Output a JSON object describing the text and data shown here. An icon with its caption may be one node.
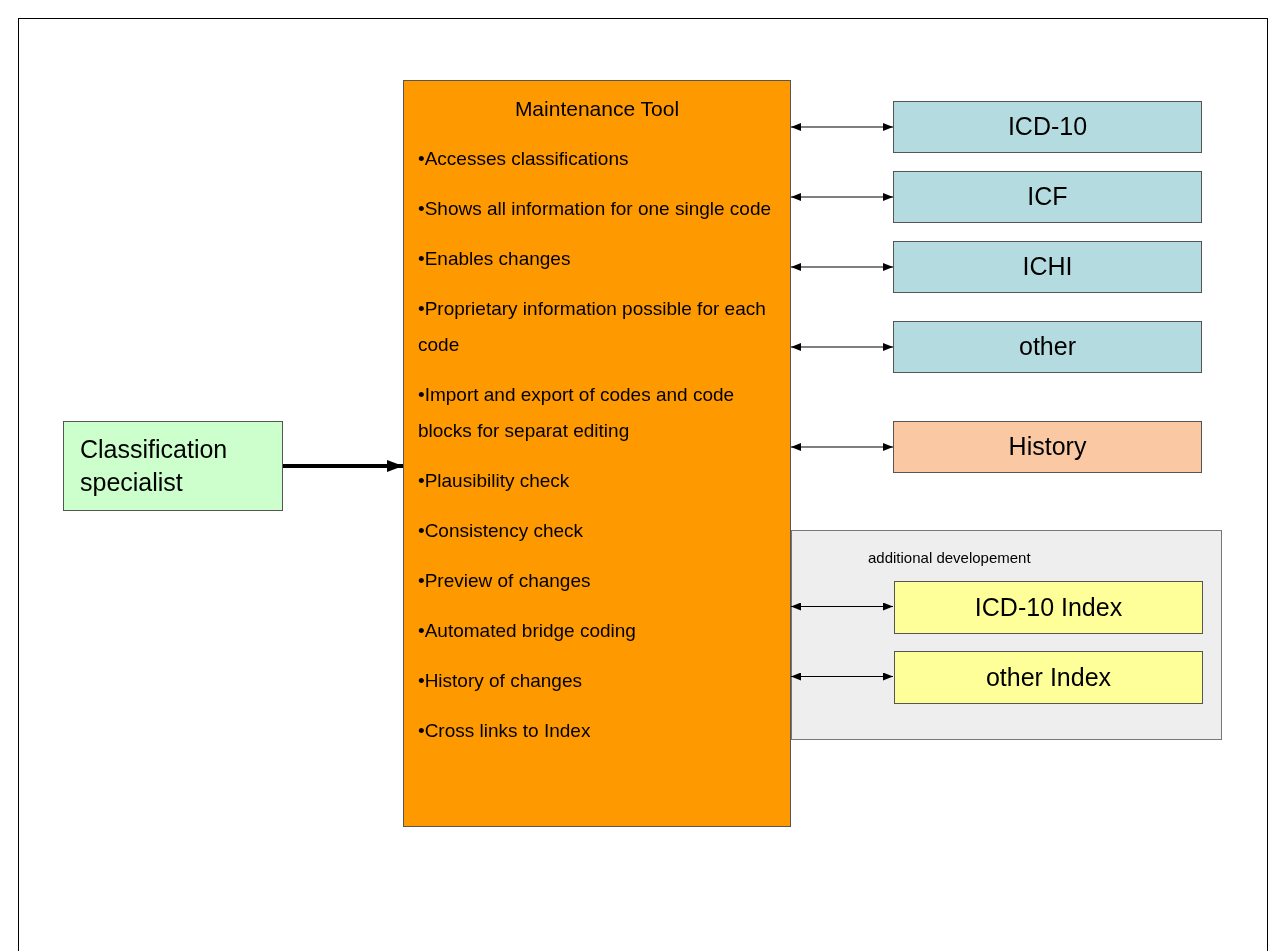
{
  "diagram": {
    "nodes": [
      {
        "text": [
          "Classification specialist"
        ]
      },
      {
        "text": [
          "Maintenance Tool",
          "•Accesses classifications",
          "•Shows all information for one single code",
          "•Enables changes",
          "•Proprietary information possible for each code",
          "•Import and export of codes and code blocks for separat editing",
          "•Plausibility check",
          "•Consistency check",
          "•Preview of changes",
          "•Automated bridge coding",
          "•History of changes",
          "•Cross links to Index"
        ]
      },
      {
        "text": [
          "ICD-10"
        ]
      },
      {
        "text": [
          "ICF"
        ]
      },
      {
        "text": [
          "ICHI"
        ]
      },
      {
        "text": [
          "other"
        ]
      },
      {
        "text": [
          "History"
        ]
      },
      {
        "text": [
          "additional developement"
        ]
      },
      {
        "text": [
          "ICD-10 Index"
        ],
        "in": 7
      },
      {
        "text": [
          "other Index"
        ],
        "in": 7
      }
    ],
    "edges": [
      {
        "from": 0,
        "to": 1,
        "arrow": "to",
        "style": "thick"
      },
      {
        "from": 1,
        "to": 2,
        "arrow": "both"
      },
      {
        "from": 1,
        "to": 3,
        "arrow": "both"
      },
      {
        "from": 1,
        "to": 4,
        "arrow": "both"
      },
      {
        "from": 1,
        "to": 5,
        "arrow": "both"
      },
      {
        "from": 1,
        "to": 6,
        "arrow": "both"
      },
      {
        "from": 1,
        "to": 8,
        "arrow": "both"
      },
      {
        "from": 1,
        "to": 9,
        "arrow": "both"
      }
    ]
  }
}
